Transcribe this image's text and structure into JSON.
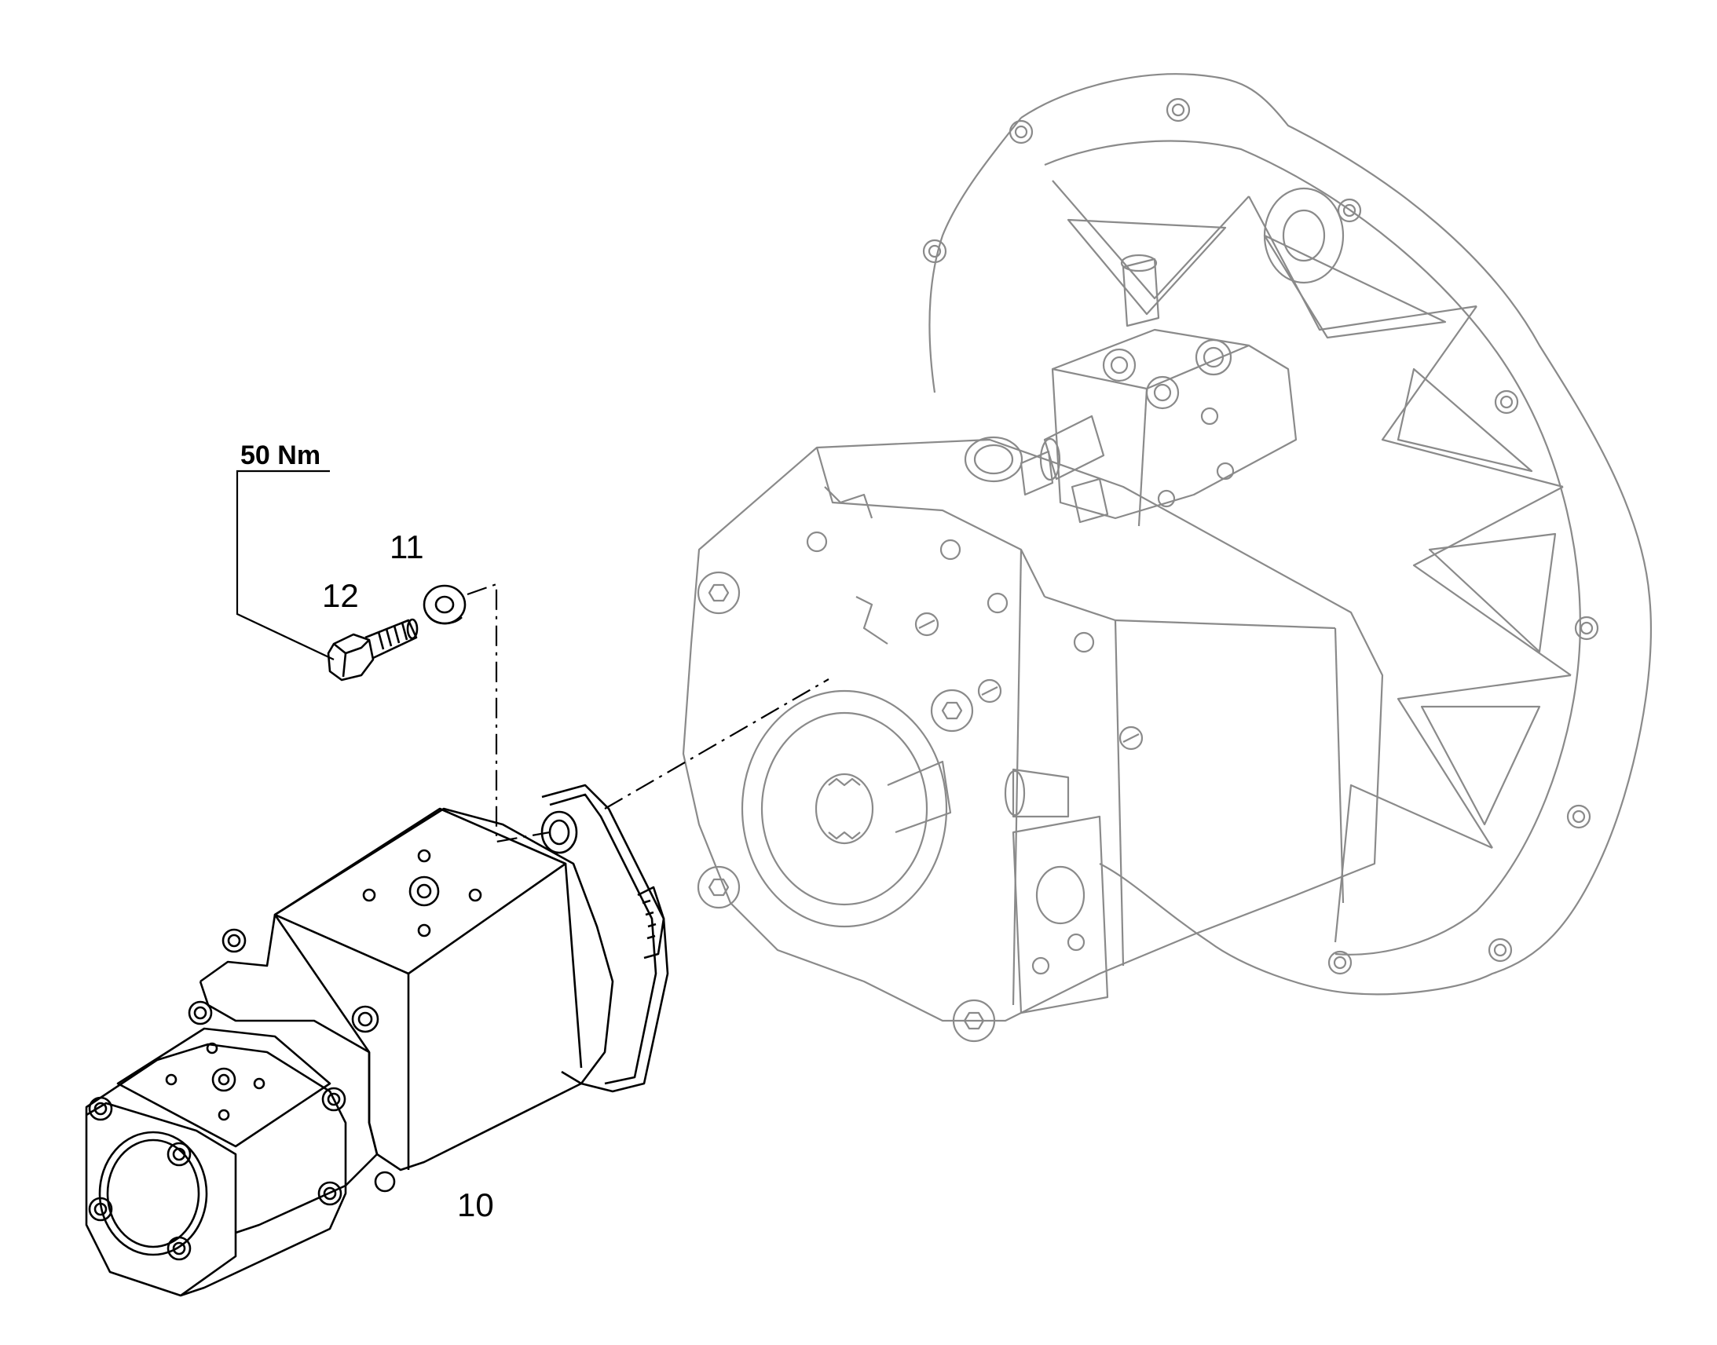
{
  "callouts": {
    "torque": "50 Nm",
    "screw": "12",
    "washer": "11",
    "gear_pump": "10"
  },
  "colors": {
    "ink": "#000000",
    "ghost_line": "#8a8a8a",
    "background": "#ffffff"
  }
}
